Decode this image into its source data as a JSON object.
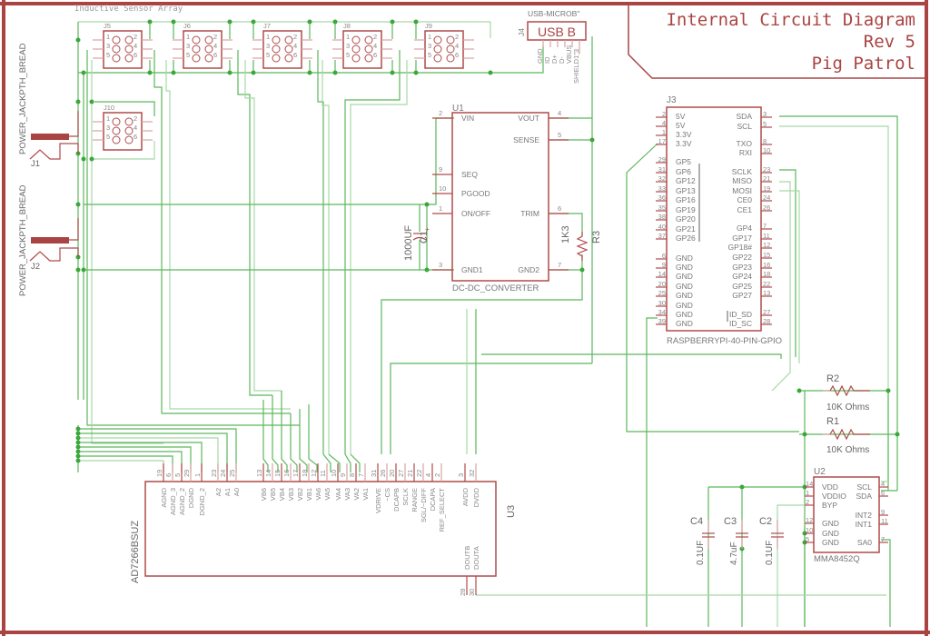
{
  "title_block": {
    "line1": "Internal Circuit Diagram",
    "line2": "Rev 5",
    "line3": "Pig Patrol"
  },
  "sensor_array": {
    "label": "Inductive Sensor Array",
    "connectors": [
      "J5",
      "J6",
      "J7",
      "J8",
      "J9",
      "J10"
    ],
    "pins": [
      "1",
      "2",
      "3",
      "4",
      "5",
      "6"
    ]
  },
  "power_jacks": [
    {
      "name": "J1",
      "part": "POWER_JACKPTH_BREAD"
    },
    {
      "name": "J2",
      "part": "POWER_JACKPTH_BREAD"
    }
  ],
  "usb": {
    "name": "J4",
    "part": "USB-MICROB\"",
    "label": "USB B",
    "pins": [
      "GND",
      "ID",
      "D+",
      "D-",
      "VBUS",
      "SHIELD1\"3"
    ]
  },
  "u1": {
    "name": "U1",
    "part": "DC-DC_CONVERTER",
    "left_pins": [
      {
        "num": "2",
        "label": "VIN"
      },
      {
        "num": "9",
        "label": "SEQ"
      },
      {
        "num": "10",
        "label": "PGOOD"
      },
      {
        "num": "1",
        "label": "ON/OFF"
      },
      {
        "num": "3",
        "label": "GND1"
      }
    ],
    "right_pins": [
      {
        "num": "4",
        "label": "VOUT"
      },
      {
        "num": "5",
        "label": "SENSE"
      },
      {
        "num": "6",
        "label": "TRIM"
      },
      {
        "num": "7",
        "label": "GND2"
      }
    ]
  },
  "c1": {
    "name": "C1",
    "value": "1000UF"
  },
  "r3": {
    "name": "R3",
    "value": "1K3"
  },
  "j3": {
    "name": "J3",
    "part": "RASPBERRYPI-40-PIN-GPIO",
    "left_pins": [
      {
        "num": "2",
        "label": "5V"
      },
      {
        "num": "4",
        "label": "5V"
      },
      {
        "num": "1",
        "label": "3.3V"
      },
      {
        "num": "17",
        "label": "3.3V"
      },
      {
        "num": "29",
        "label": "GP5"
      },
      {
        "num": "31",
        "label": "GP6"
      },
      {
        "num": "32",
        "label": "GP12"
      },
      {
        "num": "33",
        "label": "GP13"
      },
      {
        "num": "36",
        "label": "GP16"
      },
      {
        "num": "35",
        "label": "GP19"
      },
      {
        "num": "38",
        "label": "GP20"
      },
      {
        "num": "40",
        "label": "GP21"
      },
      {
        "num": "37",
        "label": "GP26"
      },
      {
        "num": "6",
        "label": "GND"
      },
      {
        "num": "9",
        "label": "GND"
      },
      {
        "num": "14",
        "label": "GND"
      },
      {
        "num": "20",
        "label": "GND"
      },
      {
        "num": "25",
        "label": "GND"
      },
      {
        "num": "30",
        "label": "GND"
      },
      {
        "num": "34",
        "label": "GND"
      },
      {
        "num": "39",
        "label": "GND"
      }
    ],
    "right_pins": [
      {
        "num": "3",
        "label": "SDA"
      },
      {
        "num": "5",
        "label": "SCL"
      },
      {
        "num": "8",
        "label": "TXO"
      },
      {
        "num": "10",
        "label": "RXI"
      },
      {
        "num": "23",
        "label": "SCLK"
      },
      {
        "num": "21",
        "label": "MISO"
      },
      {
        "num": "19",
        "label": "MOSI"
      },
      {
        "num": "24",
        "label": "CE0"
      },
      {
        "num": "26",
        "label": "CE1"
      },
      {
        "num": "7",
        "label": "GP4"
      },
      {
        "num": "11",
        "label": "GP17"
      },
      {
        "num": "12",
        "label": "GP18#"
      },
      {
        "num": "15",
        "label": "GP22"
      },
      {
        "num": "16",
        "label": "GP23"
      },
      {
        "num": "18",
        "label": "GP24"
      },
      {
        "num": "22",
        "label": "GP25"
      },
      {
        "num": "13",
        "label": "GP27"
      },
      {
        "num": "27",
        "label": "ID_SD"
      },
      {
        "num": "28",
        "label": "ID_SC"
      }
    ]
  },
  "r2": {
    "name": "R2",
    "value": "10K Ohms"
  },
  "r1": {
    "name": "R1",
    "value": "10K Ohms"
  },
  "u2": {
    "name": "U2",
    "part": "MMA8452Q",
    "left_pins": [
      {
        "num": "14",
        "label": "VDD"
      },
      {
        "num": "1",
        "label": "VDDIO"
      },
      {
        "num": "2",
        "label": "BYP"
      },
      {
        "num": "12",
        "label": "GND"
      },
      {
        "num": "10",
        "label": "GND"
      },
      {
        "num": "5",
        "label": "GND"
      }
    ],
    "right_pins": [
      {
        "num": "4",
        "label": "SCL"
      },
      {
        "num": "6",
        "label": "SDA"
      },
      {
        "num": "9",
        "label": "INT2"
      },
      {
        "num": "11",
        "label": "INT1"
      },
      {
        "num": "7",
        "label": "SA0"
      }
    ]
  },
  "caps": [
    {
      "name": "C4",
      "value": "0.1UF"
    },
    {
      "name": "C3",
      "value": "4.7uF"
    },
    {
      "name": "C2",
      "value": "0.1UF"
    }
  ],
  "u3": {
    "name": "U3",
    "part": "AD7266BSUZ",
    "top_pins": [
      {
        "num": "19",
        "label": "AGND"
      },
      {
        "num": "6",
        "label": "AGND_3"
      },
      {
        "num": "5",
        "label": "AGND_2"
      },
      {
        "num": "29",
        "label": "DGND"
      },
      {
        "num": "1",
        "label": "DGND_2"
      },
      {
        "num": "23",
        "label": "A2"
      },
      {
        "num": "24",
        "label": "A1"
      },
      {
        "num": "25",
        "label": "A0"
      },
      {
        "num": "13",
        "label": "VB6"
      },
      {
        "num": "14",
        "label": "VB5"
      },
      {
        "num": "15",
        "label": "VB4"
      },
      {
        "num": "16",
        "label": "VB3"
      },
      {
        "num": "17",
        "label": "VB2"
      },
      {
        "num": "18",
        "label": "VB1"
      },
      {
        "num": "12",
        "label": "VA6"
      },
      {
        "num": "11",
        "label": "VA5"
      },
      {
        "num": "10",
        "label": "VA4"
      },
      {
        "num": "9",
        "label": "VA3"
      },
      {
        "num": "8",
        "label": "VA2"
      },
      {
        "num": "7",
        "label": "VA1"
      },
      {
        "num": "31",
        "label": "VDRIVE"
      },
      {
        "num": "26",
        "label": "~CS"
      },
      {
        "num": "20",
        "label": "DCAPB"
      },
      {
        "num": "27",
        "label": "SCLK"
      },
      {
        "num": "21",
        "label": "RANGE"
      },
      {
        "num": "22",
        "label": "SGL/~DIFF"
      },
      {
        "num": "4",
        "label": "DCAPA"
      },
      {
        "num": "2",
        "label": "REF_SELECT"
      },
      {
        "num": "3",
        "label": "AVDD"
      },
      {
        "num": "32",
        "label": "DVDD"
      }
    ],
    "bottom_pins": [
      {
        "num": "28",
        "label": "DOUTB"
      },
      {
        "num": "30",
        "label": "DOUTA"
      }
    ]
  }
}
